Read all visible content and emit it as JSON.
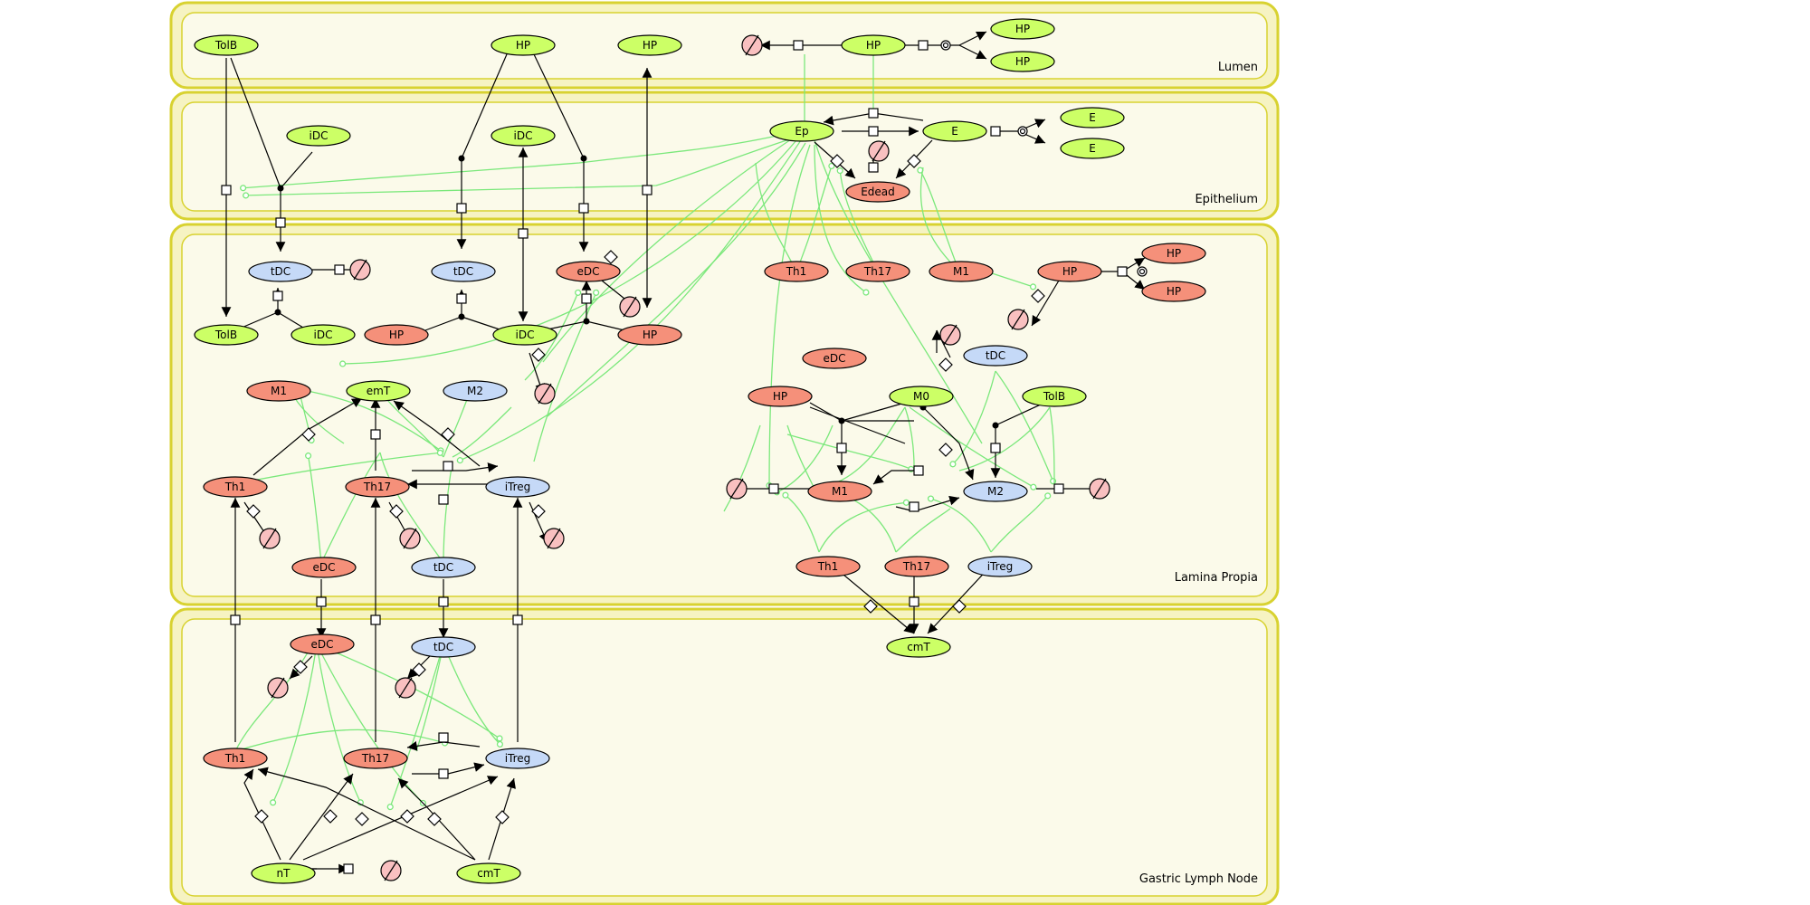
{
  "compartments": [
    {
      "id": "lumen",
      "label": "Lumen"
    },
    {
      "id": "epithelium",
      "label": "Epithelium"
    },
    {
      "id": "lamina",
      "label": "Lamina Propia"
    },
    {
      "id": "glnode",
      "label": "Gastric Lymph Node"
    }
  ],
  "colors": {
    "green_node": "#ccff66",
    "red_node": "#f5907a",
    "blue_node": "#c5d9f7",
    "degraded_fill": "#f9c0c0",
    "compartment_outer": "#f6f3c2",
    "compartment_border": "#d8d230",
    "compartment_inner": "#fbfaea",
    "influence_edge": "#7be87b",
    "reaction_edge": "#000000"
  },
  "nodes": [
    {
      "id": "l_tolb",
      "label": "TolB",
      "type": "green"
    },
    {
      "id": "l_hp1",
      "label": "HP",
      "type": "green"
    },
    {
      "id": "l_hp2",
      "label": "HP",
      "type": "green"
    },
    {
      "id": "l_hp3",
      "label": "HP",
      "type": "green"
    },
    {
      "id": "l_hp4",
      "label": "HP",
      "type": "green"
    },
    {
      "id": "l_hp5",
      "label": "HP",
      "type": "green"
    },
    {
      "id": "e_idc1",
      "label": "iDC",
      "type": "green"
    },
    {
      "id": "e_idc2",
      "label": "iDC",
      "type": "green"
    },
    {
      "id": "e_ep",
      "label": "Ep",
      "type": "green"
    },
    {
      "id": "e_e",
      "label": "E",
      "type": "green"
    },
    {
      "id": "e_e2",
      "label": "E",
      "type": "green"
    },
    {
      "id": "e_e3",
      "label": "E",
      "type": "green"
    },
    {
      "id": "e_edead",
      "label": "Edead",
      "type": "red"
    },
    {
      "id": "lp_tdc1",
      "label": "tDC",
      "type": "blue"
    },
    {
      "id": "lp_tolb",
      "label": "TolB",
      "type": "green"
    },
    {
      "id": "lp_idc1",
      "label": "iDC",
      "type": "green"
    },
    {
      "id": "lp_tdc2",
      "label": "tDC",
      "type": "blue"
    },
    {
      "id": "lp_edc1",
      "label": "eDC",
      "type": "red"
    },
    {
      "id": "lp_hp1",
      "label": "HP",
      "type": "red"
    },
    {
      "id": "lp_idc2",
      "label": "iDC",
      "type": "green"
    },
    {
      "id": "lp_hp2",
      "label": "HP",
      "type": "red"
    },
    {
      "id": "lp_th1a",
      "label": "Th1",
      "type": "red"
    },
    {
      "id": "lp_th17a",
      "label": "Th17",
      "type": "red"
    },
    {
      "id": "lp_m1a",
      "label": "M1",
      "type": "red"
    },
    {
      "id": "lp_hp3",
      "label": "HP",
      "type": "red"
    },
    {
      "id": "lp_hp4",
      "label": "HP",
      "type": "red"
    },
    {
      "id": "lp_hp5",
      "label": "HP",
      "type": "red"
    },
    {
      "id": "lp_m1b",
      "label": "M1",
      "type": "red"
    },
    {
      "id": "lp_emt",
      "label": "emT",
      "type": "green"
    },
    {
      "id": "lp_m2a",
      "label": "M2",
      "type": "blue"
    },
    {
      "id": "lp_th1b",
      "label": "Th1",
      "type": "red"
    },
    {
      "id": "lp_th17b",
      "label": "Th17",
      "type": "red"
    },
    {
      "id": "lp_itreg1",
      "label": "iTreg",
      "type": "blue"
    },
    {
      "id": "lp_edc2",
      "label": "eDC",
      "type": "red"
    },
    {
      "id": "lp_tdc3",
      "label": "tDC",
      "type": "blue"
    },
    {
      "id": "lp_edc3",
      "label": "eDC",
      "type": "red"
    },
    {
      "id": "lp_tdc4",
      "label": "tDC",
      "type": "blue"
    },
    {
      "id": "lp_hp6",
      "label": "HP",
      "type": "red"
    },
    {
      "id": "lp_m0",
      "label": "M0",
      "type": "green"
    },
    {
      "id": "lp_tolb2",
      "label": "TolB",
      "type": "green"
    },
    {
      "id": "lp_m1c",
      "label": "M1",
      "type": "red"
    },
    {
      "id": "lp_m2b",
      "label": "M2",
      "type": "blue"
    },
    {
      "id": "lp_th1c",
      "label": "Th1",
      "type": "red"
    },
    {
      "id": "lp_th17c",
      "label": "Th17",
      "type": "red"
    },
    {
      "id": "lp_itreg2",
      "label": "iTreg",
      "type": "blue"
    },
    {
      "id": "g_cmt1",
      "label": "cmT",
      "type": "green"
    },
    {
      "id": "g_edc",
      "label": "eDC",
      "type": "red"
    },
    {
      "id": "g_tdc",
      "label": "tDC",
      "type": "blue"
    },
    {
      "id": "g_th1",
      "label": "Th1",
      "type": "red"
    },
    {
      "id": "g_th17",
      "label": "Th17",
      "type": "red"
    },
    {
      "id": "g_itreg",
      "label": "iTreg",
      "type": "blue"
    },
    {
      "id": "g_nt",
      "label": "nT",
      "type": "green"
    },
    {
      "id": "g_cmt2",
      "label": "cmT",
      "type": "green"
    }
  ]
}
